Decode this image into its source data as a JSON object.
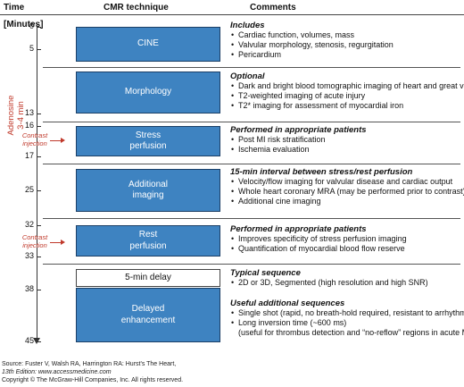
{
  "headers": {
    "time": "Time",
    "minutes": "[Minutes]",
    "technique": "CMR technique",
    "comments": "Comments"
  },
  "adenosine": {
    "line1": "Adenosine",
    "line2": "3-4 min"
  },
  "contrast_label": {
    "line1": "Contrast",
    "line2": "injection"
  },
  "ticks": [
    "0",
    "5",
    "13",
    "16",
    "17",
    "25",
    "32",
    "33",
    "38",
    "45"
  ],
  "boxes": {
    "cine": "CINE",
    "morphology": "Morphology",
    "stress_1": "Stress",
    "stress_2": "perfusion",
    "additional_1": "Additional",
    "additional_2": "imaging",
    "rest_1": "Rest",
    "rest_2": "perfusion",
    "delay": "5-min delay",
    "delayed_1": "Delayed",
    "delayed_2": "enhancement"
  },
  "sections": {
    "cine": {
      "head": "Includes",
      "items": [
        "Cardiac function, volumes, mass",
        "Valvular morphology, stenosis, regurgitation",
        "Pericardium"
      ]
    },
    "morphology": {
      "head": "Optional",
      "items": [
        "Dark and bright blood tomographic imaging of heart and great vessels",
        "T2-weighted imaging of acute injury",
        "T2* imaging for assessment of myocardial iron"
      ]
    },
    "stress": {
      "head": "Performed in appropriate patients",
      "items": [
        "Post MI risk stratification",
        "Ischemia evaluation"
      ]
    },
    "additional": {
      "head": "15-min interval between stress/rest perfusion",
      "items": [
        "Velocity/flow imaging for valvular disease and cardiac output",
        "Whole heart coronary MRA (may be performed prior to contrast)",
        "Additional cine imaging"
      ]
    },
    "rest": {
      "head": "Performed in appropriate patients",
      "items": [
        "Improves specificity of stress perfusion imaging",
        "Quantification of myocardial blood flow reserve"
      ]
    },
    "delay": {
      "head": "Typical sequence",
      "items": [
        "2D or 3D, Segmented (high resolution and high SNR)"
      ]
    },
    "delayed": {
      "head": "Useful additional sequences",
      "items": [
        "Single shot (rapid, no breath-hold required, resistant to arrhythmias)",
        "Long inversion time (~600 ms)"
      ],
      "sub": "(useful for thrombus detection and “no-reflow” regions in acute MI)"
    }
  },
  "footer": {
    "source": "Source: Fuster V, Walsh RA, Harrington RA: Hurst's The Heart,",
    "edition": "13th Edition: www.accessmedicine.com",
    "copyright": "Copyright © The McGraw-Hill Companies, Inc. All rights reserved."
  }
}
